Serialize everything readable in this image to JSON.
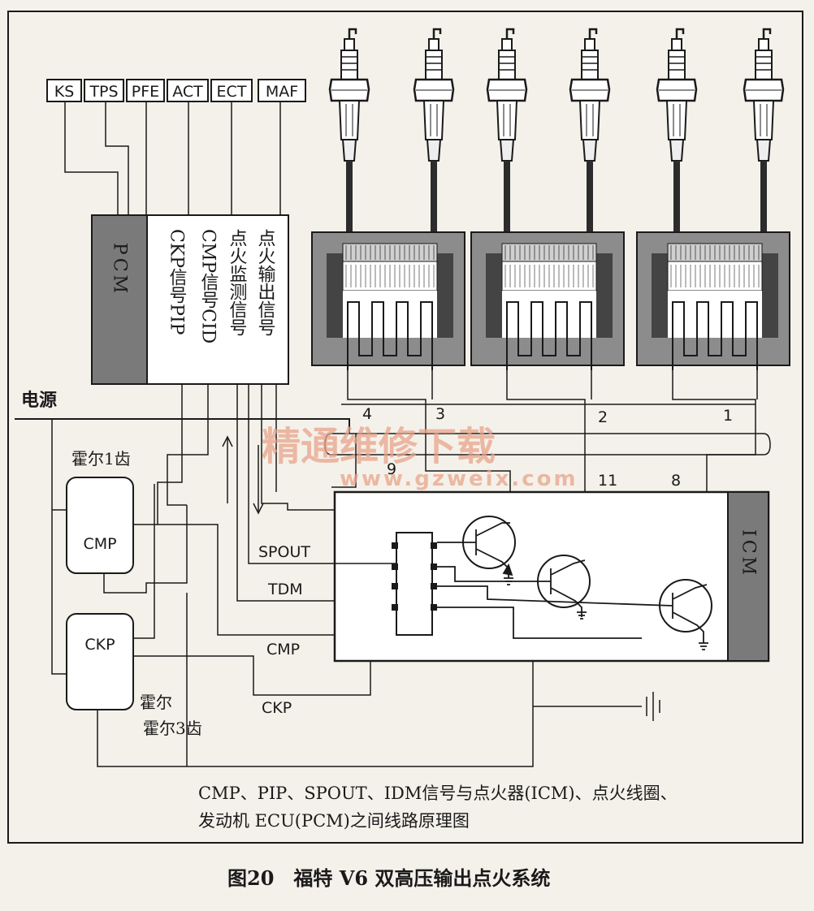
{
  "sensors": [
    {
      "id": "ks",
      "label": "KS"
    },
    {
      "id": "tps",
      "label": "TPS"
    },
    {
      "id": "pfe",
      "label": "PFE"
    },
    {
      "id": "act",
      "label": "ACT"
    },
    {
      "id": "ect",
      "label": "ECT"
    },
    {
      "id": "maf",
      "label": "MAF"
    }
  ],
  "pcm": {
    "label": "PCM",
    "columns": [
      {
        "id": "ckp-pip",
        "text": "CKP信号PIP"
      },
      {
        "id": "cmp-cid",
        "text": "CMP信号CID"
      },
      {
        "id": "monitor",
        "text": "点火监测信号"
      },
      {
        "id": "output",
        "text": "点火输出信号"
      }
    ]
  },
  "power_label": "电源",
  "hall1_label": "霍尔1齿",
  "hall3_label": "霍尔3齿",
  "cmp_sensor_label": "CMP",
  "ckp_sensor_label": "CKP",
  "icm_label": "ICM",
  "pins": {
    "p4": "4",
    "p3": "3",
    "p2": "2",
    "p1": "1",
    "p9": "9",
    "p11": "11",
    "p8": "8"
  },
  "wire_labels": {
    "spout": "SPOUT",
    "tdm": "TDM",
    "cmp": "CMP",
    "ckp": "CKP"
  },
  "caption_line1": "CMP、PIP、SPOUT、IDM信号与点火器(ICM)、点火线圈、",
  "caption_line2": "发动机 ECU(PCM)之间线路原理图",
  "figure_title": "图20　福特 V6 双高压输出点火系统",
  "watermark": {
    "cn": "精通维修下载",
    "url": "www.gzweix.com"
  }
}
